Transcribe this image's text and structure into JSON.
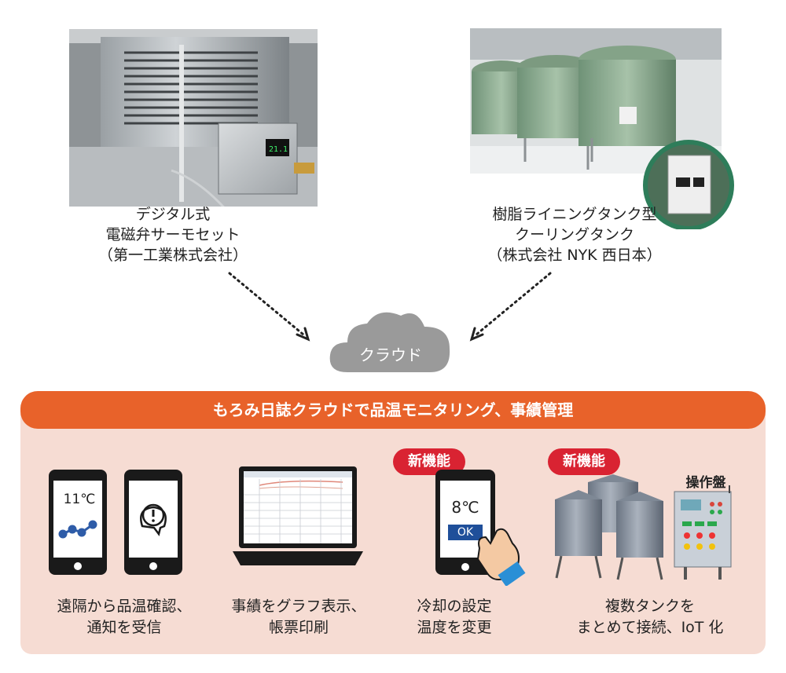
{
  "product_left": {
    "caption_lines": [
      "デジタル式",
      "電磁弁サーモセット",
      "（第一工業株式会社）"
    ],
    "display_value": "21.1"
  },
  "product_right": {
    "caption_lines": [
      "樹脂ライニングタンク型",
      "クーリングタンク",
      "（株式会社 NYK 西日本）"
    ]
  },
  "cloud": {
    "label": "クラウド"
  },
  "banner": {
    "title": "もろみ日誌クラウドで品温モニタリング、事績管理"
  },
  "features": [
    {
      "caption_lines": [
        "遠隔から品温確認、",
        "通知を受信"
      ],
      "phone_temp": "11℃"
    },
    {
      "caption_lines": [
        "事績をグラフ表示、",
        "帳票印刷"
      ]
    },
    {
      "caption_lines": [
        "冷却の設定",
        "温度を変更"
      ],
      "badge": "新機能",
      "phone_temp": "8℃",
      "ok_label": "OK"
    },
    {
      "caption_lines": [
        "複数タンクを",
        "まとめて接続、IoT 化"
      ],
      "badge": "新機能",
      "panel_label": "操作盤"
    }
  ],
  "colors": {
    "banner": "#e8622a",
    "panel": "#f6dcd3",
    "badge": "#d92332",
    "cloud": "#9a9a9a"
  }
}
